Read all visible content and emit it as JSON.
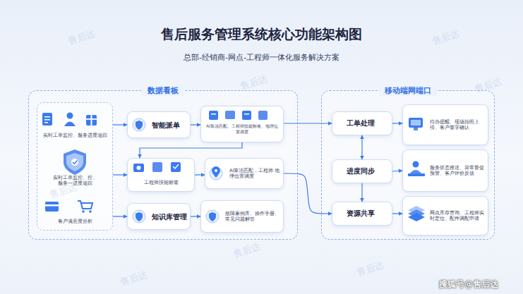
{
  "diagram": {
    "title": "售后服务管理系统核心功能架构图",
    "nodes": [
      {
        "text": [
          "数据看板"
        ]
      },
      {
        "text": [
          "实时工单监控、服务进度追踪",
          "实时工单监控、控、服务一进度追踪",
          "客户满意度分析"
        ],
        "in": 0
      },
      {
        "text": [
          "智能派单"
        ],
        "in": 0
      },
      {
        "text": [
          "AI算法匹配、工程师技能标签、地理位置调度"
        ],
        "in": 0
      },
      {
        "text": [
          "工程师技能标签"
        ],
        "in": 0
      },
      {
        "text": [
          "AI算法匹配，工程师 地理位置调度"
        ],
        "in": 0
      },
      {
        "text": [
          "知识库管理"
        ],
        "in": 0
      },
      {
        "text": [
          "故障案例库、操作手册、常见问题解答"
        ],
        "in": 0
      },
      {
        "text": [
          "移动端网端口"
        ]
      },
      {
        "text": [
          "工单处理"
        ],
        "in": 8
      },
      {
        "text": [
          "进度同步"
        ],
        "in": 8
      },
      {
        "text": [
          "资源共享"
        ],
        "in": 8
      },
      {
        "text": [
          "待办提醒、现场拍照上传、客户签字确认"
        ],
        "in": 8
      },
      {
        "text": [
          "服务状态推送、异常督促预警、客户评价反馈"
        ],
        "in": 8
      },
      {
        "text": [
          "网点库存查询、工程师实时定位、配件调配申请"
        ],
        "in": 8
      }
    ],
    "edges": [
      {
        "from": 1,
        "to": 2,
        "arrow": "to"
      },
      {
        "from": 1,
        "to": 4,
        "arrow": "to"
      },
      {
        "from": 1,
        "to": 6,
        "arrow": "to"
      },
      {
        "from": 2,
        "to": 3,
        "arrow": "to"
      },
      {
        "from": 3,
        "to": 4,
        "arrow": "to"
      },
      {
        "from": 4,
        "to": 5,
        "arrow": "to"
      },
      {
        "from": 6,
        "to": 7,
        "arrow": "to"
      },
      {
        "from": 3,
        "to": 9,
        "arrow": "to"
      },
      {
        "from": 5,
        "to": 11,
        "arrow": "to"
      },
      {
        "from": 9,
        "to": 10,
        "arrow": "both"
      },
      {
        "from": 10,
        "to": 11,
        "arrow": "to"
      },
      {
        "from": 9,
        "to": 12,
        "arrow": "to"
      },
      {
        "from": 10,
        "to": 13,
        "arrow": "to"
      },
      {
        "from": 11,
        "to": 14,
        "arrow": "to"
      }
    ],
    "labels": [
      "总部-经销商-网点-工程师一体化服务解决方案",
      "售后达",
      "售后达",
      "售后达",
      "售后达",
      "售后达",
      "售后达",
      "售后达",
      "售后达",
      "搜狐号@售后达"
    ]
  }
}
